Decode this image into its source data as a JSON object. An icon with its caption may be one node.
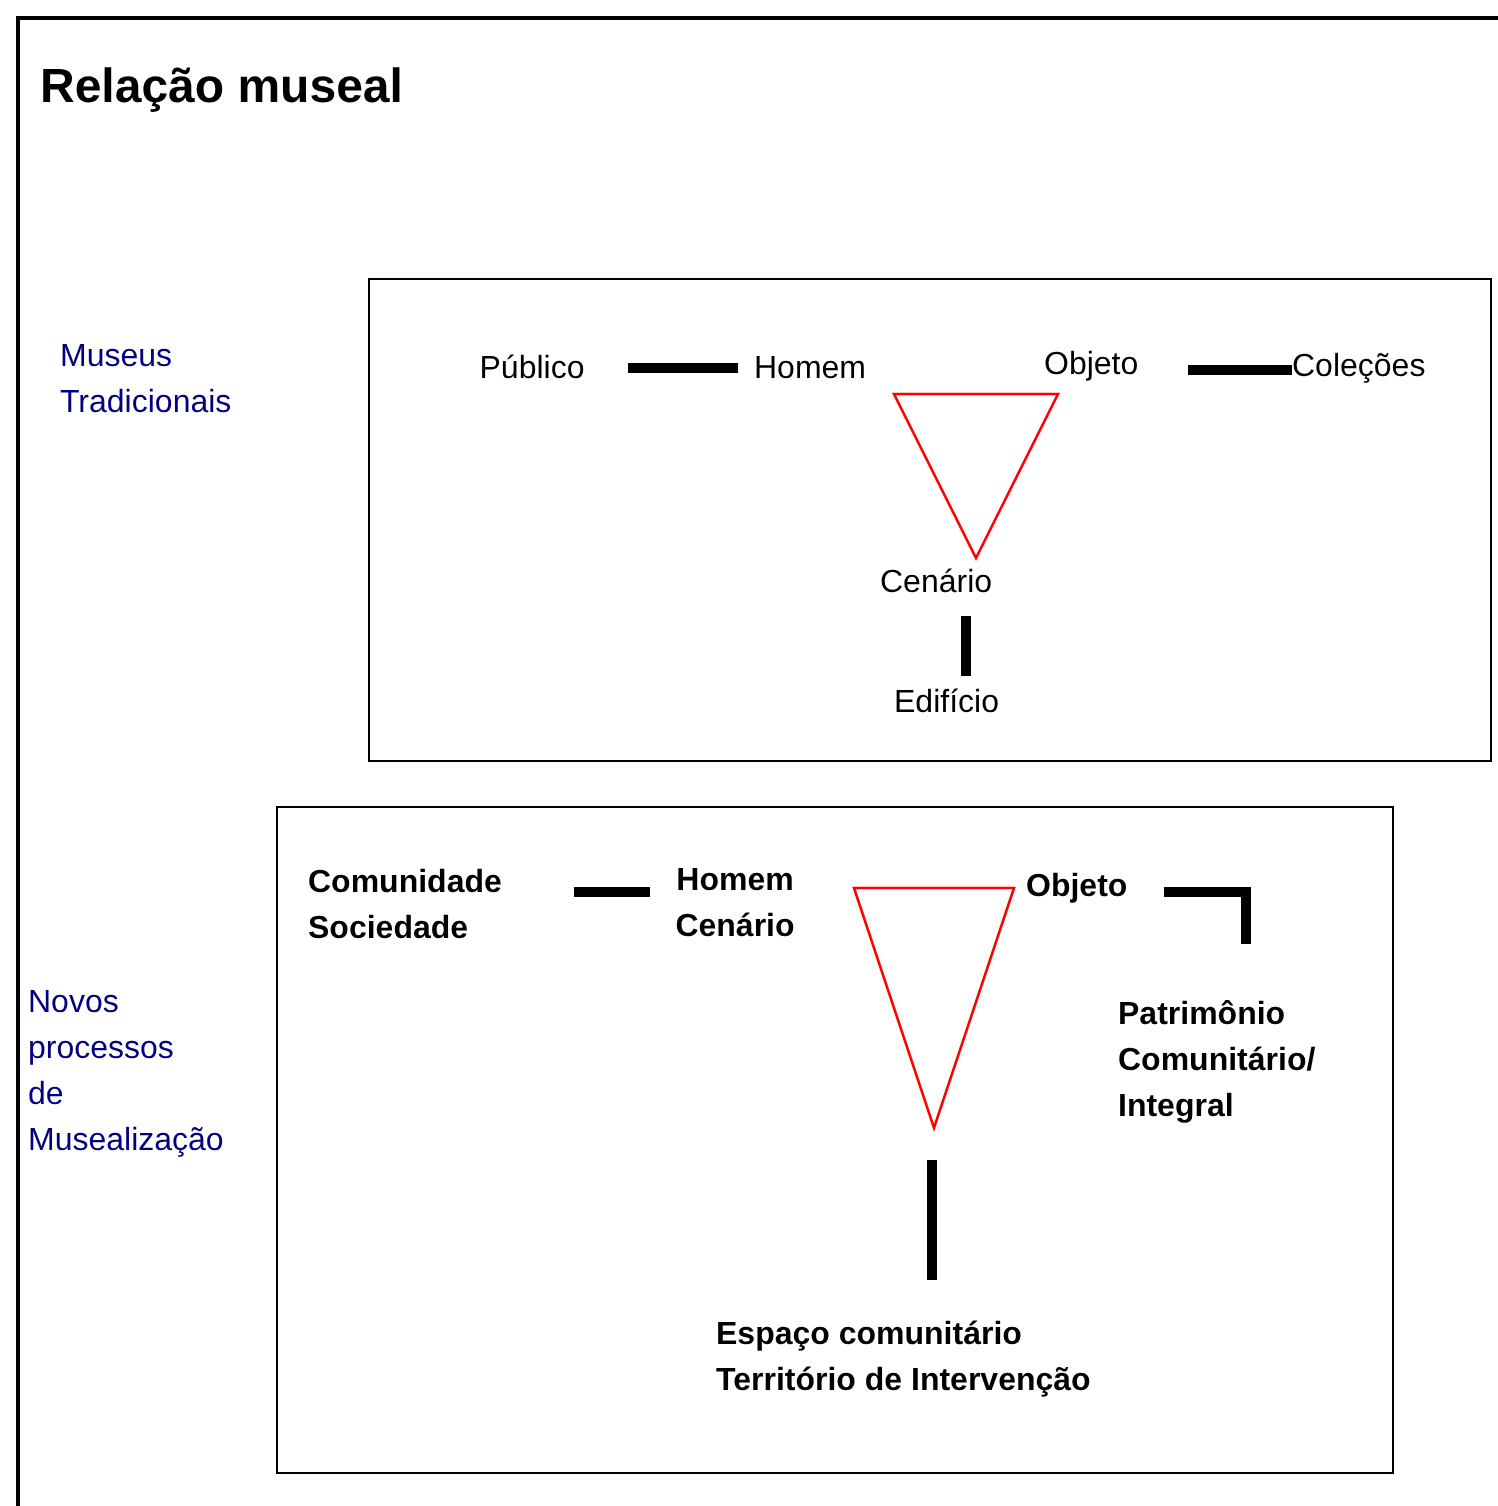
{
  "diagram": {
    "title": "Relação museal",
    "nodes": [
      {
        "text": [],
        "shape": "box"
      },
      {
        "text": [
          "Público"
        ],
        "in": 0
      },
      {
        "text": [
          "Homem"
        ],
        "in": 0
      },
      {
        "text": [
          "Objeto"
        ],
        "in": 0
      },
      {
        "text": [
          "Coleções"
        ],
        "in": 0
      },
      {
        "text": [],
        "shape": "triangle",
        "in": 0
      },
      {
        "text": [
          "Cenário"
        ],
        "in": 0
      },
      {
        "text": [
          "Edifício"
        ],
        "in": 0
      },
      {
        "text": [],
        "shape": "box"
      },
      {
        "text": [
          "Comunidade Sociedade"
        ],
        "in": 8
      },
      {
        "text": [
          "Homem Cenário"
        ],
        "in": 8
      },
      {
        "text": [
          "Objeto"
        ],
        "in": 8
      },
      {
        "text": [],
        "shape": "triangle",
        "in": 8
      },
      {
        "text": [
          "Patrimônio Comunitário/ Integral"
        ],
        "in": 8
      },
      {
        "text": [
          "Espaço comunitário Território de Intervenção"
        ],
        "in": 8
      }
    ],
    "edges": [
      {
        "from": 1,
        "to": 2,
        "arrow": "none"
      },
      {
        "from": 3,
        "to": 4,
        "arrow": "none"
      },
      {
        "from": 6,
        "to": 7,
        "arrow": "none"
      },
      {
        "from": 9,
        "to": 10,
        "arrow": "none"
      },
      {
        "from": 11,
        "to": 13,
        "arrow": "none"
      },
      {
        "from": 12,
        "to": 14,
        "arrow": "none"
      }
    ],
    "labels": [
      "Museus Tradicionais",
      "Novos processos de Musealização"
    ]
  }
}
